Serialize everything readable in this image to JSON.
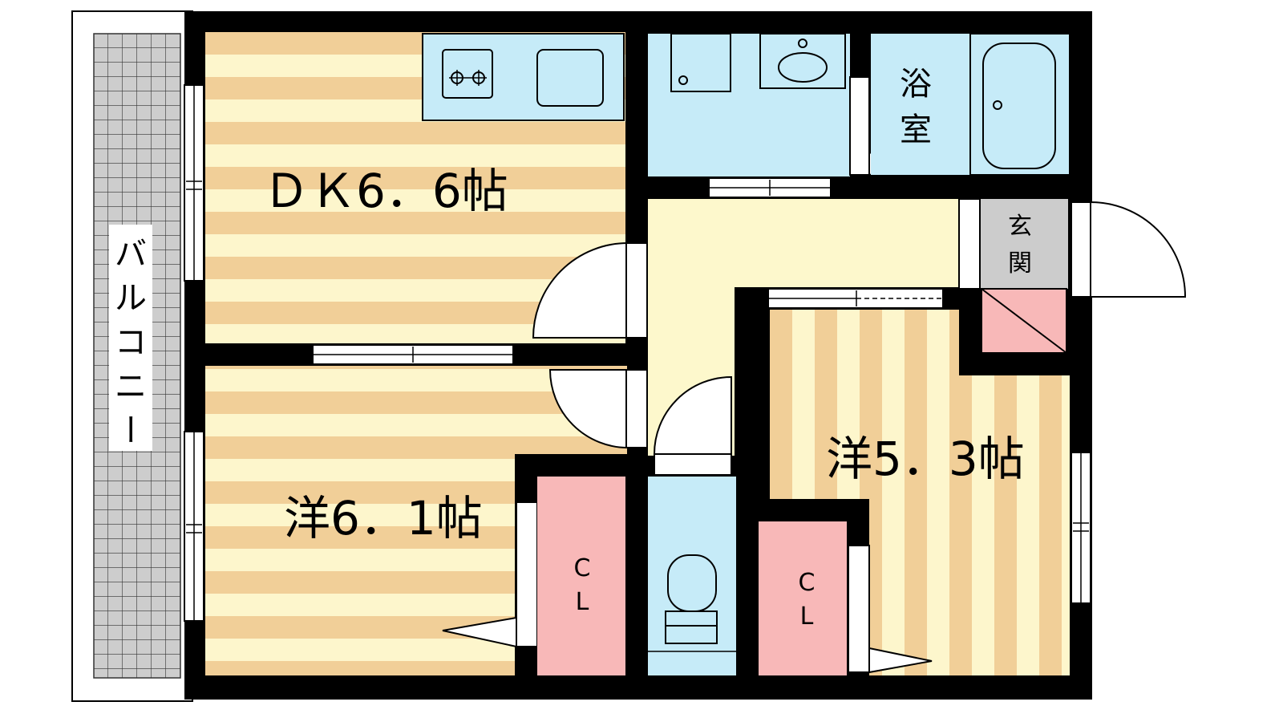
{
  "floor_plan": {
    "rooms": {
      "dk": {
        "label": "ＤＫ6．6帖"
      },
      "western_1": {
        "label": "洋6．1帖"
      },
      "western_2": {
        "label": "洋5．3帖"
      },
      "bath": {
        "label_line1": "浴",
        "label_line2": "室"
      },
      "entrance": {
        "label_line1": "玄",
        "label_line2": "関"
      },
      "balcony": {
        "label_chars": [
          "バ",
          "ル",
          "コ",
          "ニ",
          "ー"
        ]
      },
      "closet_1": {
        "label_line1": "C",
        "label_line2": "L"
      },
      "closet_2": {
        "label_line1": "C",
        "label_line2": "L"
      }
    },
    "colors": {
      "wall": "#000000",
      "floor_stripe_tan": "#f1cf98",
      "floor_stripe_cream": "#fdf6cc",
      "hall_floor": "#fdf8cc",
      "wet_area": "#c6ebf8",
      "closet": "#f8b8b8",
      "entrance_floor": "#cccccc",
      "balcony_grid": "#cdcdcd"
    }
  }
}
